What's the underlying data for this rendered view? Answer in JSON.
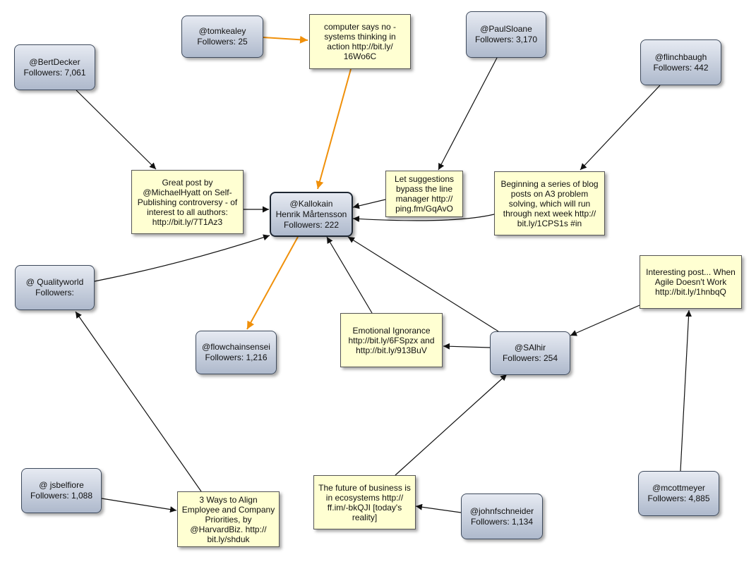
{
  "colors": {
    "arrow_black": "#111111",
    "arrow_orange": "#f0900a"
  },
  "users": {
    "center": {
      "lines": [
        "@Kallokain",
        "Henrik Mårtensson",
        "Followers: 222"
      ]
    },
    "tomkealey": {
      "lines": [
        "@tomkealey",
        "Followers: 25"
      ]
    },
    "bertdecker": {
      "lines": [
        "@BertDecker",
        "Followers: 7,061"
      ]
    },
    "paulsloane": {
      "lines": [
        "@PaulSloane",
        "Followers: 3,170"
      ]
    },
    "flinchbaugh": {
      "lines": [
        "@flinchbaugh",
        "Followers: 442"
      ]
    },
    "qualityworld": {
      "lines": [
        "@ Qualityworld",
        "Followers:"
      ]
    },
    "flowchainsensei": {
      "lines": [
        "@flowchainsensei",
        "Followers: 1,216"
      ]
    },
    "salhir": {
      "lines": [
        "@SAlhir",
        "Followers: 254"
      ]
    },
    "jsbelfiore": {
      "lines": [
        "@ jsbelfiore",
        "Followers: 1,088"
      ]
    },
    "johnfschneider": {
      "lines": [
        "@johnfschneider",
        "Followers: 1,134"
      ]
    },
    "mcottmeyer": {
      "lines": [
        "@mcottmeyer",
        "Followers: 4,885"
      ]
    }
  },
  "notes": {
    "computer_says_no": {
      "lines": [
        "computer says no -",
        "systems thinking in",
        "action http://bit.ly/",
        "16Wo6C"
      ]
    },
    "great_post": {
      "lines": [
        "Great post by",
        "@MichaelHyatt on Self-",
        "Publishing controversy - of",
        "interest to all authors:",
        "http://bit.ly/7T1Az3"
      ]
    },
    "let_suggestions": {
      "lines": [
        "Let suggestions",
        "bypass the line",
        "manager http://",
        "ping.fm/GqAvO"
      ]
    },
    "a3_series": {
      "lines": [
        "Beginning a series of blog",
        "posts on A3 problem",
        "solving, which will run",
        "through next week http://",
        "bit.ly/1CPS1s #in"
      ]
    },
    "agile_post": {
      "lines": [
        "Interesting post... When",
        "Agile Doesn't Work",
        "http://bit.ly/1hnbqQ"
      ]
    },
    "emotional": {
      "lines": [
        "Emotional Ignorance",
        "http://bit.ly/6FSpzx and",
        "http://bit.ly/913BuV"
      ]
    },
    "three_ways": {
      "lines": [
        "3 Ways to Align",
        "Employee and Company",
        "Priorities, by",
        "@HarvardBiz. http://",
        "bit.ly/shduk"
      ]
    },
    "future_business": {
      "lines": [
        "The future of business is",
        "in ecosystems http://",
        "ff.im/-bkQJI [today's",
        "reality]"
      ]
    }
  }
}
